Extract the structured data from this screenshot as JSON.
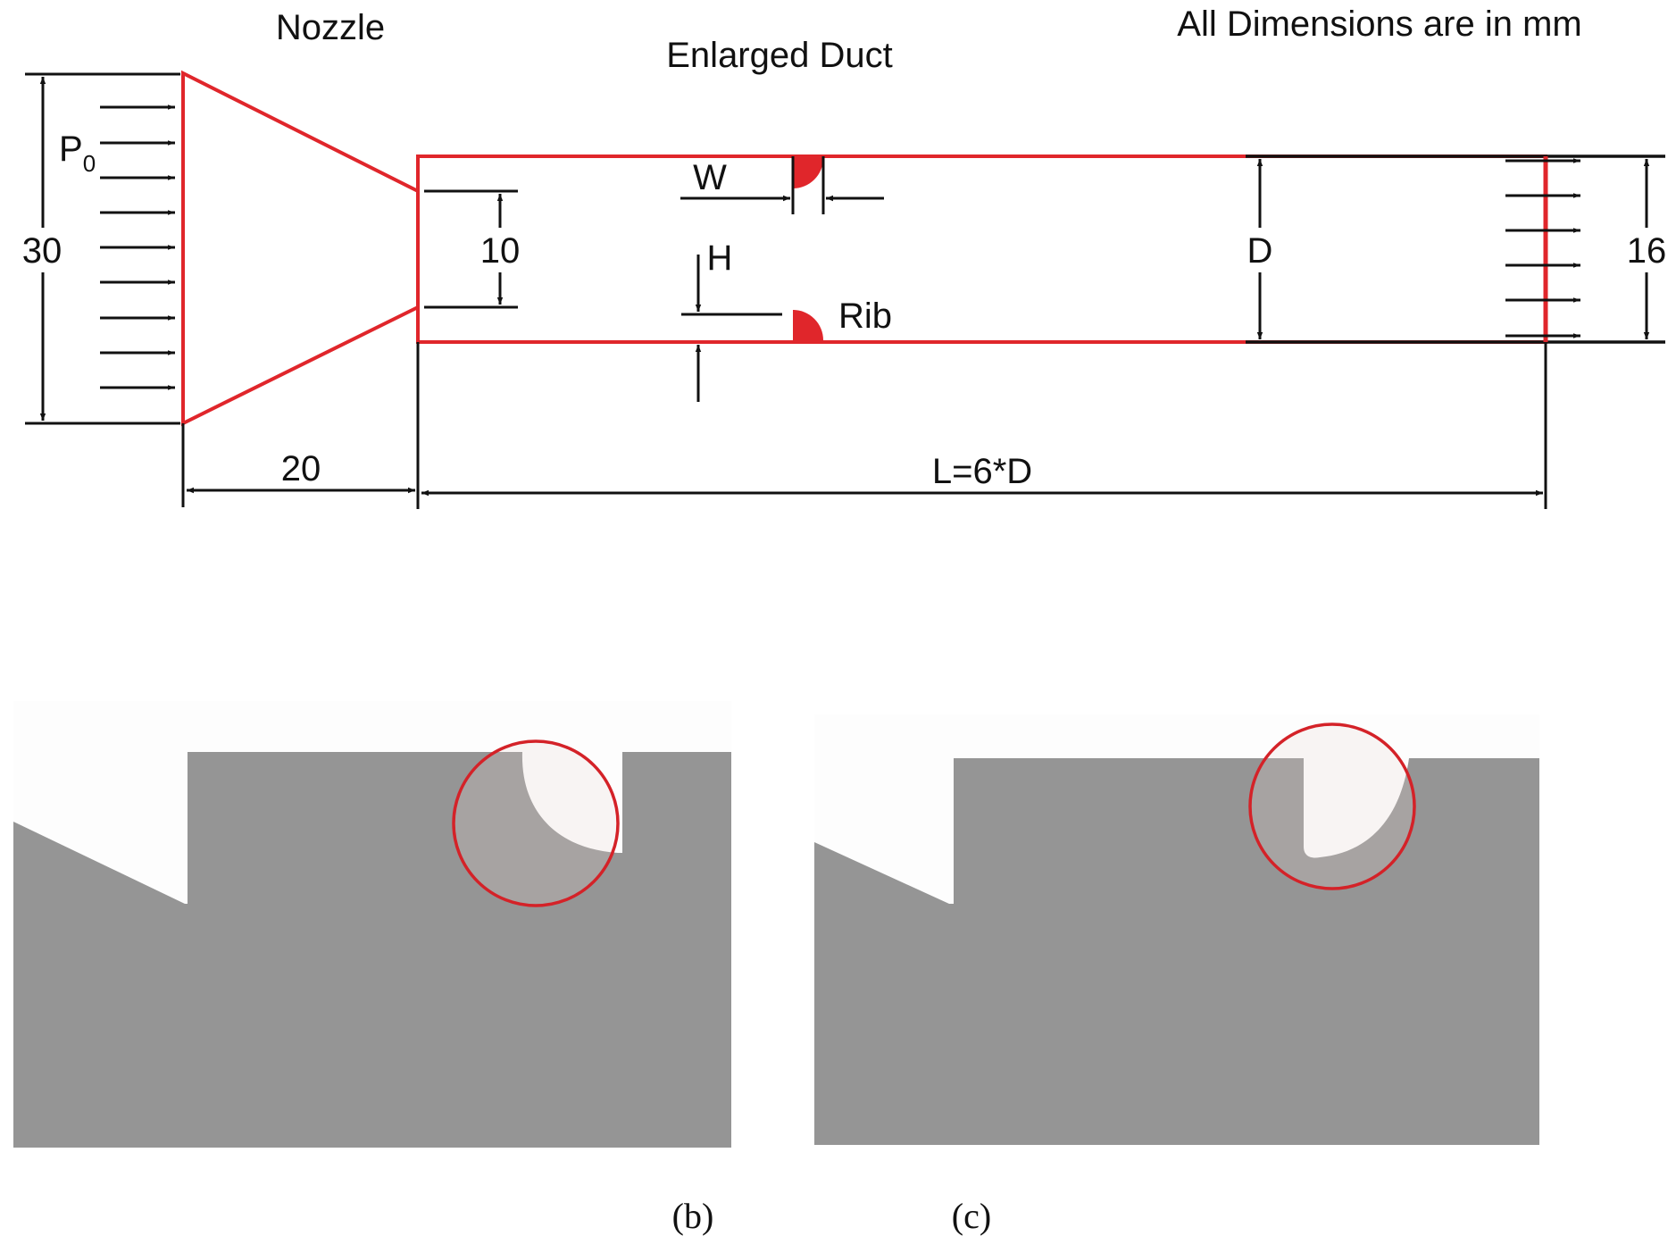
{
  "labels": {
    "nozzle": "Nozzle",
    "enlarged_duct": "Enlarged Duct",
    "units_note": "All Dimensions are in mm",
    "inlet_pressure": "P",
    "inlet_pressure_sub": "0",
    "inlet_height": "30",
    "nozzle_length": "20",
    "nozzle_exit_height": "10",
    "rib_width": "W",
    "rib_height": "H",
    "rib": "Rib",
    "duct_height": "D",
    "outlet_height": "16",
    "duct_length": "L=6*D"
  },
  "captions": {
    "panel_b": "(b)",
    "panel_c": "(c)"
  },
  "colors": {
    "outline_red": "#e0262b",
    "dimension_black": "#111111",
    "solid_gray": "#959595",
    "fluid_white": "#fdfdfd",
    "highlight_circle": "#d42228"
  }
}
